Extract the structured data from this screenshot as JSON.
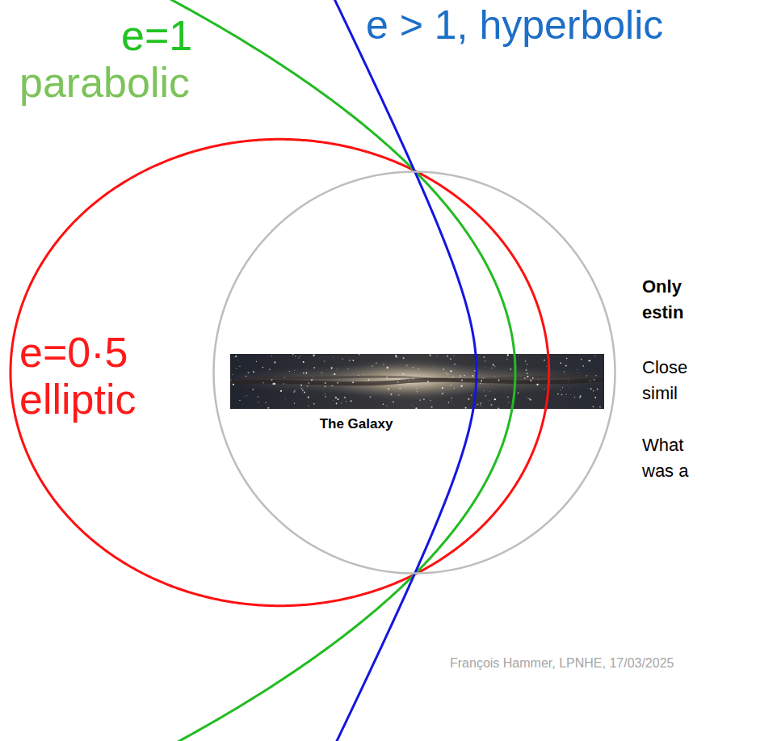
{
  "diagram": {
    "nodes": [
      {
        "text": [
          "The Galaxy"
        ]
      }
    ],
    "labels": [
      "e=1",
      "parabolic",
      "e > 1, hyperbolic",
      "e=0·5",
      "elliptic",
      "Only",
      "estin",
      "Close",
      "simil",
      "What",
      "was a",
      "François Hammer, LPNHE, 17/03/2025"
    ]
  }
}
